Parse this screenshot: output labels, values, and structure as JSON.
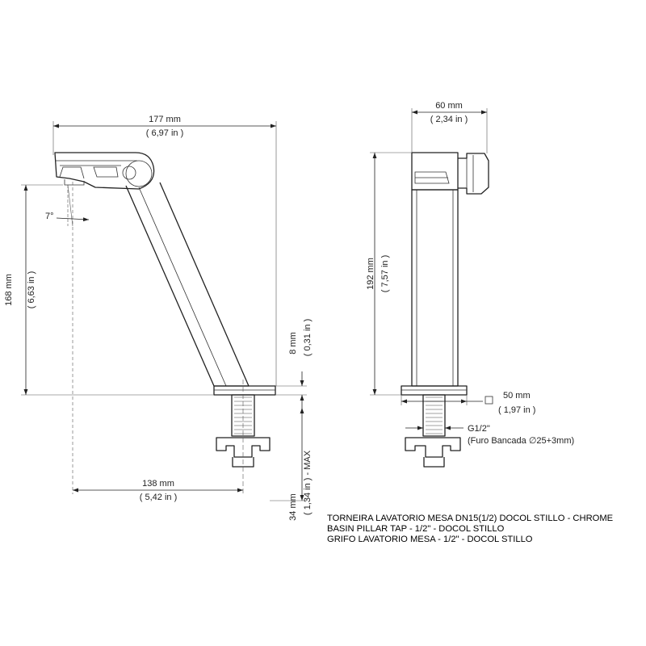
{
  "colors": {
    "line": "#222222",
    "background": "#ffffff"
  },
  "dimensions": {
    "width_mm": "177 mm",
    "width_in": "( 6,97 in )",
    "spout_height_mm": "168 mm",
    "spout_height_in": "( 6,63 in )",
    "angle": "7°",
    "base_thickness_mm": "8 mm",
    "base_thickness_in": "( 0,31 in )",
    "reach_mm": "138 mm",
    "reach_in": "( 5,42 in )",
    "shank_max_mm": "34 mm",
    "shank_max_in": "( 1,34 in ) - MAX",
    "side_width_mm": "60 mm",
    "side_width_in": "( 2,34 in )",
    "total_height_mm": "192 mm",
    "total_height_in": "( 7,57 in )",
    "base_square_mm": "50 mm",
    "base_square_in": "( 1,97 in )",
    "thread": "G1/2\"",
    "hole": "(Furo Bancada ∅25+3mm)"
  },
  "titles": [
    "TORNEIRA LAVATORIO MESA DN15(1/2) DOCOL STILLO - CHROME",
    "BASIN PILLAR TAP - 1/2\" - DOCOL STILLO",
    "GRIFO LAVATORIO MESA - 1/2\" - DOCOL STILLO"
  ]
}
